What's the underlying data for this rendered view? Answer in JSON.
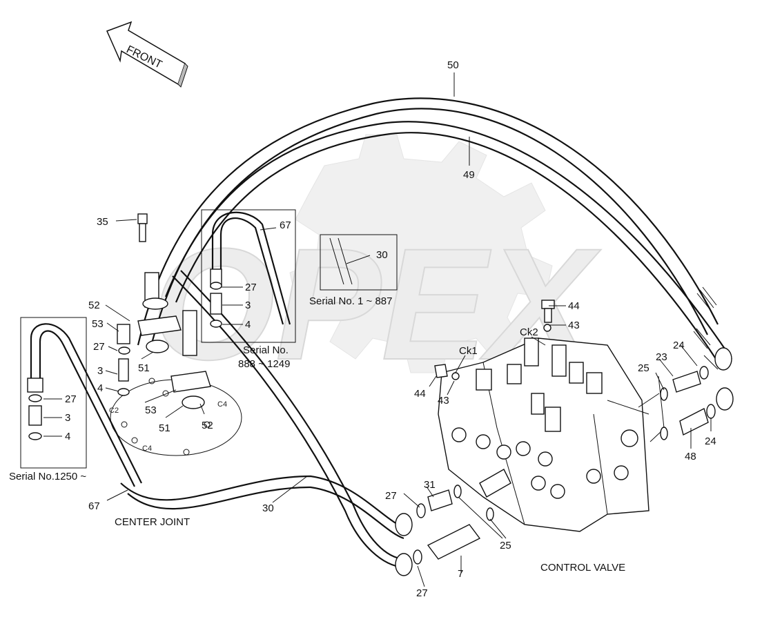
{
  "front_label": "FRONT",
  "watermark": "OPEX",
  "sections": {
    "center_joint": "CENTER JOINT",
    "control_valve": "CONTROL VALVE"
  },
  "serials": {
    "s1": "Serial No. 1 ~ 887",
    "s2_line1": "Serial No.",
    "s2_line2": "888 ~ 1249",
    "s3": "Serial No.1250 ~"
  },
  "port_labels": {
    "c2": "C2",
    "c4a": "C4",
    "c4b": "C4",
    "ck1": "Ck1",
    "ck2": "Ck2"
  },
  "callouts": {
    "n50": "50",
    "n49": "49",
    "n35": "35",
    "n67a": "67",
    "n67b": "67",
    "n30a": "30",
    "n30b": "30",
    "n27a": "27",
    "n27b": "27",
    "n27c": "27",
    "n27d": "27",
    "n27e": "27",
    "n3a": "3",
    "n3b": "3",
    "n3c": "3",
    "n4a": "4",
    "n4b": "4",
    "n4c": "4",
    "n52a": "52",
    "n52b": "52",
    "n53a": "53",
    "n53b": "53",
    "n51a": "51",
    "n51b": "51",
    "n44a": "44",
    "n44b": "44",
    "n43a": "43",
    "n43b": "43",
    "n24a": "24",
    "n24b": "24",
    "n23": "23",
    "n25a": "25",
    "n25b": "25",
    "n48": "48",
    "n31": "31",
    "n7": "7"
  },
  "colors": {
    "line": "#111111",
    "watermark": "#e4e4e4"
  },
  "icons": {
    "front_arrow": "arrow-icon"
  }
}
